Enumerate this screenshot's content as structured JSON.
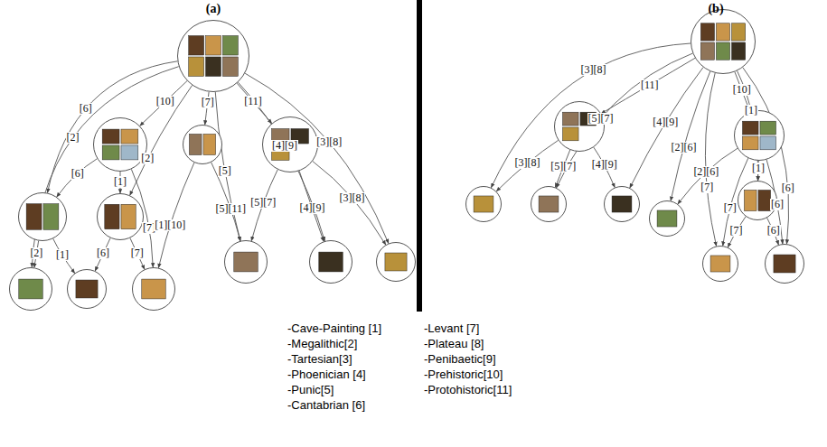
{
  "diagram": {
    "nodes": [
      {
        "text": []
      },
      {
        "text": []
      },
      {
        "text": []
      },
      {
        "text": []
      },
      {
        "text": []
      },
      {
        "text": []
      },
      {
        "text": []
      },
      {
        "text": []
      },
      {
        "text": []
      },
      {
        "text": []
      },
      {
        "text": []
      },
      {
        "text": []
      },
      {
        "text": []
      },
      {
        "text": []
      },
      {
        "text": []
      },
      {
        "text": []
      },
      {
        "text": []
      },
      {
        "text": []
      },
      {
        "text": []
      },
      {
        "text": []
      },
      {
        "text": []
      },
      {
        "text": []
      }
    ],
    "edges": [
      {
        "from": 0,
        "to": 1,
        "label": "[10]",
        "arrow": "to"
      },
      {
        "from": 0,
        "to": 2,
        "label": "[7]",
        "arrow": "to"
      },
      {
        "from": 0,
        "to": 3,
        "label": "[11]",
        "arrow": "to"
      },
      {
        "from": 0,
        "to": 6,
        "label": "[5]",
        "arrow": "to"
      },
      {
        "from": 0,
        "to": 7,
        "label": "[4][9]",
        "arrow": "to"
      },
      {
        "from": 0,
        "to": 8,
        "label": "[3][8]",
        "arrow": "to"
      },
      {
        "from": 0,
        "to": 9,
        "label": "[2]",
        "arrow": "to"
      },
      {
        "from": 1,
        "to": 4,
        "label": "[6]",
        "arrow": "to"
      },
      {
        "from": 0,
        "to": 4,
        "label": "[6]",
        "arrow": "to"
      },
      {
        "from": 1,
        "to": 5,
        "label": "[1]",
        "arrow": "to"
      },
      {
        "from": 1,
        "to": 11,
        "label": "[7]",
        "arrow": "to"
      },
      {
        "from": 0,
        "to": 5,
        "label": "[2]",
        "arrow": "to"
      },
      {
        "from": 4,
        "to": 9,
        "label": "[2]",
        "arrow": "to"
      },
      {
        "from": 4,
        "to": 10,
        "label": "[1]",
        "arrow": "to"
      },
      {
        "from": 5,
        "to": 10,
        "label": "[6]",
        "arrow": "to"
      },
      {
        "from": 5,
        "to": 11,
        "label": "[7]",
        "arrow": "to"
      },
      {
        "from": 2,
        "to": 11,
        "label": "[1][10]",
        "arrow": "to"
      },
      {
        "from": 2,
        "to": 6,
        "label": "[5][11]",
        "arrow": "to"
      },
      {
        "from": 3,
        "to": 6,
        "label": "[5][7]",
        "arrow": "to"
      },
      {
        "from": 3,
        "to": 7,
        "label": "[4][9]",
        "arrow": "to"
      },
      {
        "from": 3,
        "to": 8,
        "label": "[3][8]",
        "arrow": "to"
      },
      {
        "from": 12,
        "to": 13,
        "label": "[11]",
        "arrow": "to"
      },
      {
        "from": 12,
        "to": 15,
        "label": "[3][8]",
        "arrow": "to"
      },
      {
        "from": 12,
        "to": 16,
        "label": "[5][7]",
        "arrow": "to"
      },
      {
        "from": 12,
        "to": 17,
        "label": "[4][9]",
        "arrow": "to"
      },
      {
        "from": 12,
        "to": 14,
        "label": "[10]",
        "arrow": "to"
      },
      {
        "from": 12,
        "to": 18,
        "label": "[2][6]",
        "arrow": "to"
      },
      {
        "from": 12,
        "to": 20,
        "label": "[7]",
        "arrow": "to"
      },
      {
        "from": 12,
        "to": 19,
        "label": "[1]",
        "arrow": "to"
      },
      {
        "from": 12,
        "to": 21,
        "label": "[6]",
        "arrow": "to"
      },
      {
        "from": 13,
        "to": 15,
        "label": "[3][8]",
        "arrow": "to"
      },
      {
        "from": 13,
        "to": 16,
        "label": "[5][7]",
        "arrow": "to"
      },
      {
        "from": 13,
        "to": 17,
        "label": "[4][9]",
        "arrow": "to"
      },
      {
        "from": 14,
        "to": 18,
        "label": "[2][6]",
        "arrow": "to"
      },
      {
        "from": 14,
        "to": 19,
        "label": "[1]",
        "arrow": "to"
      },
      {
        "from": 14,
        "to": 20,
        "label": "[7]",
        "arrow": "to"
      },
      {
        "from": 14,
        "to": 21,
        "label": "[6]",
        "arrow": "to"
      },
      {
        "from": 19,
        "to": 20,
        "label": "[7]",
        "arrow": "to"
      },
      {
        "from": 19,
        "to": 21,
        "label": "[6]",
        "arrow": "to"
      }
    ],
    "labels": [
      "(a)",
      "(b)",
      "-Cave-Painting [1]",
      "-Megalithic[2]",
      "-Tartesian[3]",
      "-Phoenician [4]",
      "-Punic[5]",
      "-Cantabrian [6]",
      "-Levant [7]",
      "-Plateau [8]",
      "-Penibaetic[9]",
      "-Prehistoric[10]",
      "-Protohistoric[11]"
    ]
  }
}
